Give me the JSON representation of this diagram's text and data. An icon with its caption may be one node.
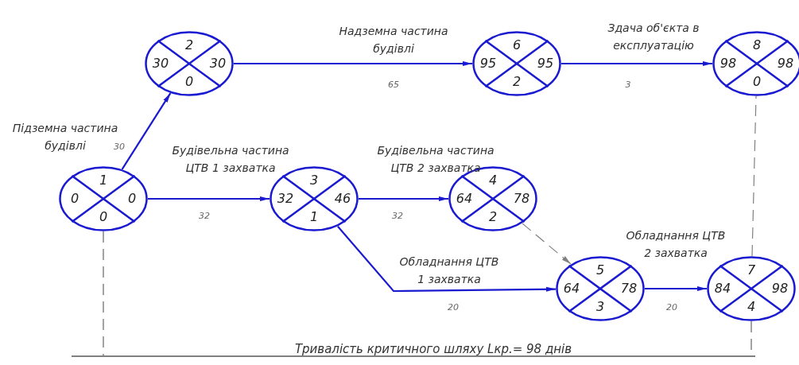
{
  "diagram": {
    "nodes": [
      {
        "text": [
          "2",
          "30",
          "30",
          "0"
        ]
      },
      {
        "text": [
          "6",
          "95",
          "95",
          "2"
        ]
      },
      {
        "text": [
          "8",
          "98",
          "98",
          "0"
        ]
      },
      {
        "text": [
          "1",
          "0",
          "0",
          "0"
        ]
      },
      {
        "text": [
          "3",
          "32",
          "46",
          "1"
        ]
      },
      {
        "text": [
          "4",
          "64",
          "78",
          "2"
        ]
      },
      {
        "text": [
          "5",
          "64",
          "78",
          "3"
        ]
      },
      {
        "text": [
          "7",
          "84",
          "98",
          "4"
        ]
      }
    ],
    "edges": [
      {
        "from": 3,
        "to": 0,
        "arrow": "to",
        "label": "Підземна частина будівлі"
      },
      {
        "from": 0,
        "to": 1,
        "arrow": "to",
        "label": "Надземна частина будівлі"
      },
      {
        "from": 1,
        "to": 2,
        "arrow": "to",
        "label": "Здача об'єкта в експлуатацію"
      },
      {
        "from": 3,
        "to": 4,
        "arrow": "to",
        "label": "Будівельна частина ЦТВ 1 захватка"
      },
      {
        "from": 4,
        "to": 5,
        "arrow": "to",
        "label": "Будівельна частина ЦТВ 2 захватка"
      },
      {
        "from": 4,
        "to": 6,
        "arrow": "to",
        "label": "Обладнання ЦТВ 1 захватка"
      },
      {
        "from": 5,
        "to": 6,
        "arrow": "to",
        "style": "dashed",
        "color": "#808080"
      },
      {
        "from": 6,
        "to": 7,
        "arrow": "to",
        "label": "Обладнання ЦТВ 2 захватка"
      },
      {
        "from": 7,
        "to": 2,
        "arrow": "none",
        "style": "dashed",
        "color": "#808080"
      }
    ],
    "labels": [
      "65",
      "3",
      "30",
      "32",
      "32",
      "20",
      "20",
      "Тривалість критичного шляху Lкр.= 98 днів"
    ]
  }
}
